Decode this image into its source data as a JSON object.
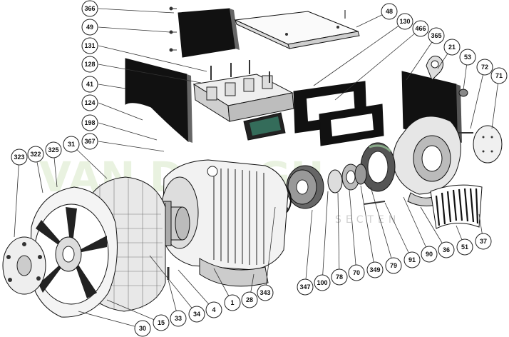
{
  "watermark": {
    "main": "VAN DAL GU",
    "sub": "SECTEN"
  },
  "callouts": [
    "366",
    "49",
    "131",
    "128",
    "41",
    "124",
    "198",
    "367",
    "31",
    "325",
    "322",
    "323",
    "48",
    "130",
    "466",
    "365",
    "21",
    "53",
    "72",
    "71",
    "343",
    "347",
    "100",
    "78",
    "70",
    "349",
    "79",
    "91",
    "90",
    "36",
    "51",
    "37",
    "30",
    "15",
    "33",
    "34",
    "4",
    "1",
    "28"
  ]
}
